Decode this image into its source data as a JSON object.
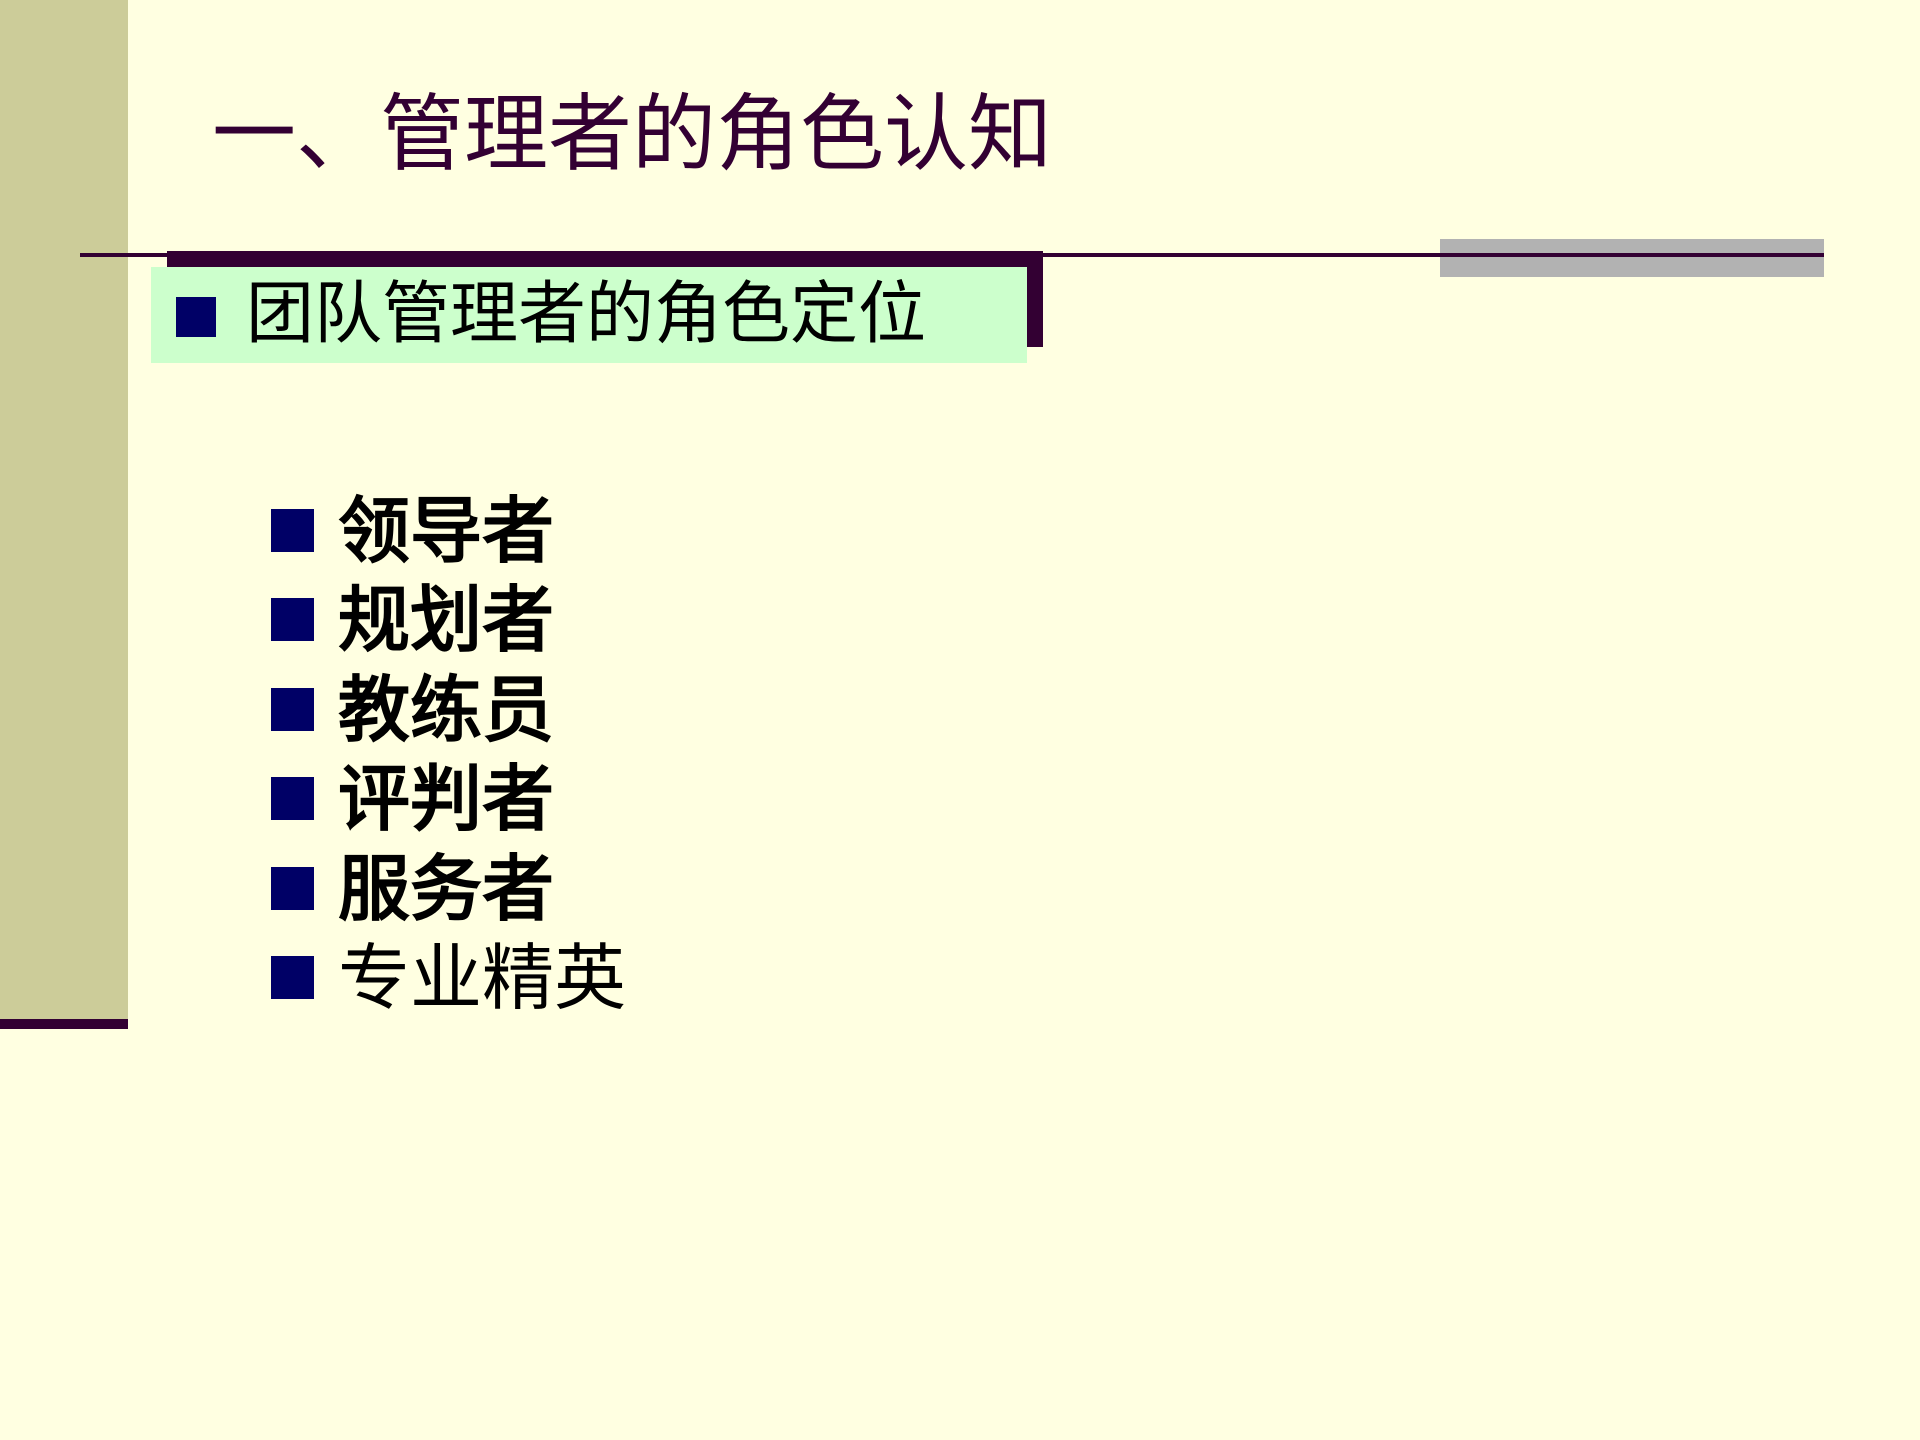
{
  "slide": {
    "title": "一、管理者的角色认知",
    "subtitle": "团队管理者的角色定位",
    "colors": {
      "background": "#ffffe1",
      "left_bar": "#cccc99",
      "title": "#330033",
      "rule": "#330033",
      "subtitle_box": "#ccffcc",
      "bullet": "#000066",
      "gray_accent": "#b2b2b2"
    },
    "bullet_icon": "square-bullet-icon",
    "items": [
      {
        "label": "领导者",
        "bold": true
      },
      {
        "label": "规划者",
        "bold": true
      },
      {
        "label": "教练员",
        "bold": true
      },
      {
        "label": "评判者",
        "bold": true
      },
      {
        "label": "服务者",
        "bold": true
      },
      {
        "label": "专业精英",
        "bold": false
      }
    ]
  }
}
